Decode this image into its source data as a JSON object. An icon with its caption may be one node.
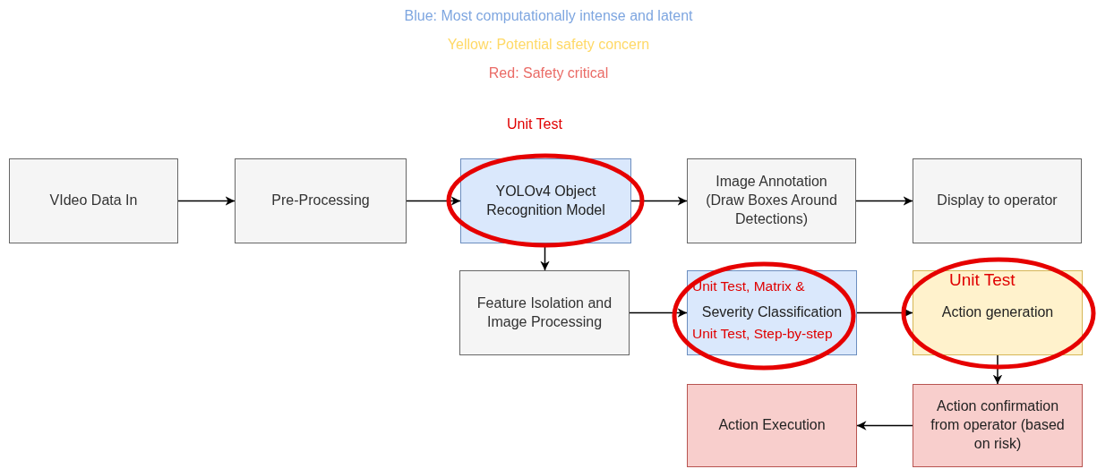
{
  "diagram": {
    "nodes": [
      {
        "text": [
          "VIdeo Data In"
        ]
      },
      {
        "text": [
          "Pre-Processing"
        ]
      },
      {
        "text": [
          "YOLOv4 Object Recognition Model"
        ]
      },
      {
        "text": [
          "Image Annotation (Draw Boxes Around Detections)"
        ]
      },
      {
        "text": [
          "Display to operator"
        ]
      },
      {
        "text": [
          "Feature Isolation and Image Processing"
        ]
      },
      {
        "text": [
          "Severity Classification"
        ]
      },
      {
        "text": [
          "Action generation"
        ]
      },
      {
        "text": [
          "Action confirmation from operator (based on risk)"
        ]
      },
      {
        "text": [
          "Action Execution"
        ]
      }
    ],
    "edges": [
      {
        "from": 0,
        "to": 1,
        "arrow": "to"
      },
      {
        "from": 1,
        "to": 2,
        "arrow": "to"
      },
      {
        "from": 2,
        "to": 3,
        "arrow": "to"
      },
      {
        "from": 3,
        "to": 4,
        "arrow": "to"
      },
      {
        "from": 2,
        "to": 5,
        "arrow": "to"
      },
      {
        "from": 5,
        "to": 6,
        "arrow": "to"
      },
      {
        "from": 6,
        "to": 7,
        "arrow": "to"
      },
      {
        "from": 7,
        "to": 8,
        "arrow": "to"
      },
      {
        "from": 8,
        "to": 9,
        "arrow": "to"
      }
    ],
    "labels": [
      "Unit Test",
      "Unit Test",
      "Unit Test, Matrix &",
      "Unit Test, Step-by-step"
    ],
    "legend": [
      {
        "text": "Blue: Most computationally intense and latent",
        "color": "#7ea6e0"
      },
      {
        "text": "Yellow: Potential safety concern",
        "color": "#ffd966"
      },
      {
        "text": "Red: Safety critical",
        "color": "#ea6b66"
      }
    ]
  }
}
